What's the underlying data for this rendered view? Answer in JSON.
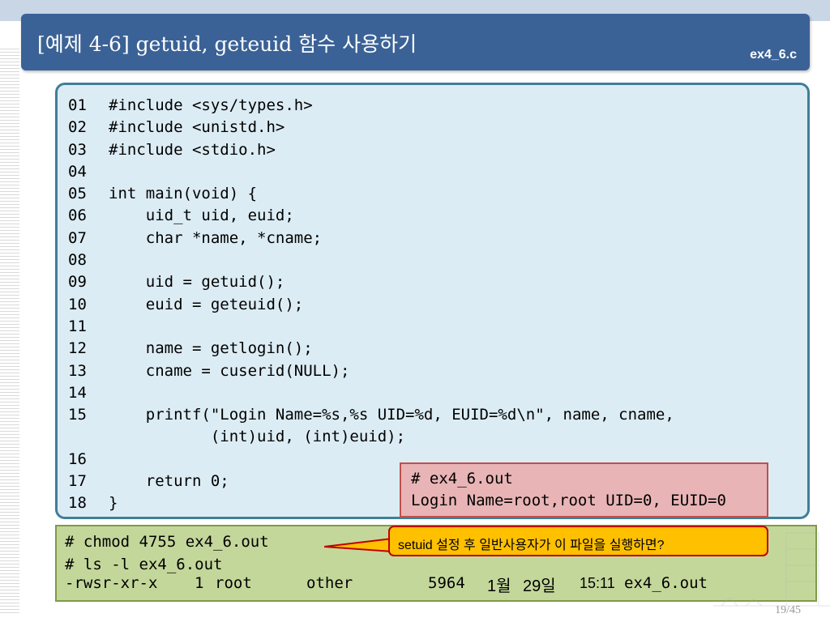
{
  "slide": {
    "title": "[예제 4-6] getuid, geteuid 함수 사용하기",
    "file_label": "ex4_6.c",
    "page_number": "19/45"
  },
  "code": {
    "lines": [
      {
        "num": "01",
        "text": "#include <sys/types.h>"
      },
      {
        "num": "02",
        "text": "#include <unistd.h>"
      },
      {
        "num": "03",
        "text": "#include <stdio.h>"
      },
      {
        "num": "04",
        "text": ""
      },
      {
        "num": "05",
        "text": "int main(void) {"
      },
      {
        "num": "06",
        "text": "    uid_t uid, euid;"
      },
      {
        "num": "07",
        "text": "    char *name, *cname;"
      },
      {
        "num": "08",
        "text": ""
      },
      {
        "num": "09",
        "text": "    uid = getuid();"
      },
      {
        "num": "10",
        "text": "    euid = geteuid();"
      },
      {
        "num": "11",
        "text": ""
      },
      {
        "num": "12",
        "text": "    name = getlogin();"
      },
      {
        "num": "13",
        "text": "    cname = cuserid(NULL);"
      },
      {
        "num": "14",
        "text": ""
      },
      {
        "num": "15",
        "text": "    printf(\"Login Name=%s,%s UID=%d, EUID=%d\\n\", name, cname,"
      },
      {
        "num": "",
        "text": "           (int)uid, (int)euid);"
      },
      {
        "num": "16",
        "text": ""
      },
      {
        "num": "17",
        "text": "    return 0;"
      },
      {
        "num": "18",
        "text": "}"
      }
    ]
  },
  "output": {
    "lines": [
      "# ex4_6.out",
      "Login Name=root,root UID=0, EUID=0"
    ]
  },
  "terminal": {
    "line1": "# chmod 4755 ex4_6.out",
    "line2": "# ls -l ex4_6.out",
    "listing": {
      "perms": "-rwsr-xr-x",
      "links": "1",
      "owner": "root",
      "group": "other",
      "size": "5964",
      "month": "1월",
      "day": "29일",
      "time": "15:11",
      "file": "ex4_6.out"
    }
  },
  "callout": {
    "text": "setuid 설정 후 일반사용자가 이 파일을 실행하면?",
    "colors": {
      "fill": "#ffc000",
      "border": "#c00000"
    }
  },
  "colors": {
    "title_bar": "#3b6296",
    "code_bg": "#dcecf4",
    "code_border": "#3f7f96",
    "output_bg": "#e8b4b6",
    "terminal_bg": "#c4d79b"
  }
}
